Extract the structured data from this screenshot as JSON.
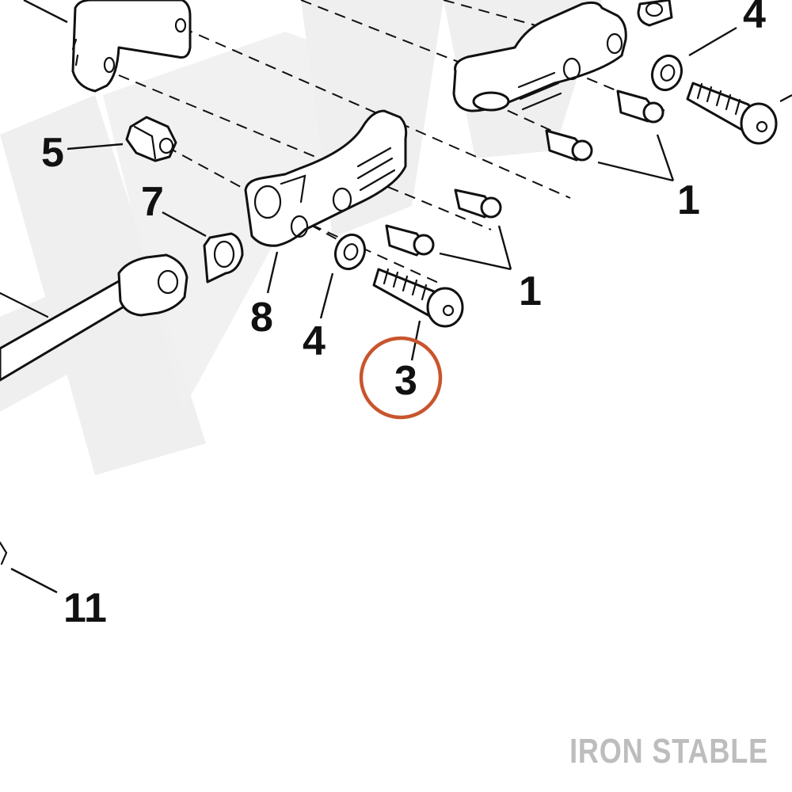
{
  "callouts": {
    "c1_upper": "1",
    "c1_lower": "1",
    "c3": "3",
    "c4_upper": "4",
    "c4_lower": "4",
    "c5": "5",
    "c7": "7",
    "c8": "8",
    "c11": "11"
  },
  "highlighted_callout": "3",
  "watermark": "IRON STABLE",
  "colors": {
    "highlight_circle": "#c8552d",
    "watermark": "#bdbdbd",
    "background_watermark": "#efefef"
  }
}
